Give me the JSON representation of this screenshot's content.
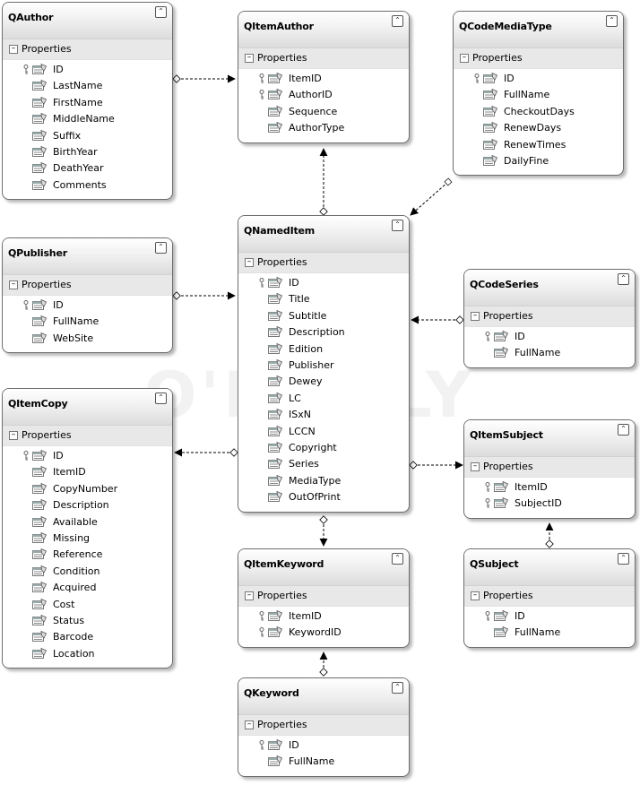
{
  "section_label": "Properties",
  "watermark": "O'REILLY",
  "entities": [
    {
      "key": "qauthor",
      "title": "QAuthor",
      "props": [
        {
          "name": "ID",
          "key": true
        },
        {
          "name": "LastName"
        },
        {
          "name": "FirstName"
        },
        {
          "name": "MiddleName"
        },
        {
          "name": "Suffix"
        },
        {
          "name": "BirthYear"
        },
        {
          "name": "DeathYear"
        },
        {
          "name": "Comments"
        }
      ]
    },
    {
      "key": "qitemauthor",
      "title": "QItemAuthor",
      "props": [
        {
          "name": "ItemID",
          "key": true
        },
        {
          "name": "AuthorID",
          "key": true
        },
        {
          "name": "Sequence"
        },
        {
          "name": "AuthorType"
        }
      ]
    },
    {
      "key": "qcodemediatype",
      "title": "QCodeMediaType",
      "props": [
        {
          "name": "ID",
          "key": true
        },
        {
          "name": "FullName"
        },
        {
          "name": "CheckoutDays"
        },
        {
          "name": "RenewDays"
        },
        {
          "name": "RenewTimes"
        },
        {
          "name": "DailyFine"
        }
      ]
    },
    {
      "key": "qpublisher",
      "title": "QPublisher",
      "props": [
        {
          "name": "ID",
          "key": true
        },
        {
          "name": "FullName"
        },
        {
          "name": "WebSite"
        }
      ]
    },
    {
      "key": "qnameditem",
      "title": "QNamedItem",
      "props": [
        {
          "name": "ID",
          "key": true
        },
        {
          "name": "Title"
        },
        {
          "name": "Subtitle"
        },
        {
          "name": "Description"
        },
        {
          "name": "Edition"
        },
        {
          "name": "Publisher"
        },
        {
          "name": "Dewey"
        },
        {
          "name": "LC"
        },
        {
          "name": "ISxN"
        },
        {
          "name": "LCCN"
        },
        {
          "name": "Copyright"
        },
        {
          "name": "Series"
        },
        {
          "name": "MediaType"
        },
        {
          "name": "OutOfPrint"
        }
      ]
    },
    {
      "key": "qcodeseries",
      "title": "QCodeSeries",
      "props": [
        {
          "name": "ID",
          "key": true
        },
        {
          "name": "FullName"
        }
      ]
    },
    {
      "key": "qitemcopy",
      "title": "QItemCopy",
      "props": [
        {
          "name": "ID",
          "key": true
        },
        {
          "name": "ItemID"
        },
        {
          "name": "CopyNumber"
        },
        {
          "name": "Description"
        },
        {
          "name": "Available"
        },
        {
          "name": "Missing"
        },
        {
          "name": "Reference"
        },
        {
          "name": "Condition"
        },
        {
          "name": "Acquired"
        },
        {
          "name": "Cost"
        },
        {
          "name": "Status"
        },
        {
          "name": "Barcode"
        },
        {
          "name": "Location"
        }
      ]
    },
    {
      "key": "qitemsubject",
      "title": "QItemSubject",
      "props": [
        {
          "name": "ItemID",
          "key": true
        },
        {
          "name": "SubjectID",
          "key": true
        }
      ]
    },
    {
      "key": "qitemkeyword",
      "title": "QItemKeyword",
      "props": [
        {
          "name": "ItemID",
          "key": true
        },
        {
          "name": "KeywordID",
          "key": true
        }
      ]
    },
    {
      "key": "qsubject",
      "title": "QSubject",
      "props": [
        {
          "name": "ID",
          "key": true
        },
        {
          "name": "FullName"
        }
      ]
    },
    {
      "key": "qkeyword",
      "title": "QKeyword",
      "props": [
        {
          "name": "ID",
          "key": true
        },
        {
          "name": "FullName"
        }
      ]
    }
  ],
  "associations": [
    {
      "from": "qauthor",
      "to": "qitemauthor"
    },
    {
      "from": "qnameditem",
      "to": "qitemauthor"
    },
    {
      "from": "qcodemediatype",
      "to": "qnameditem"
    },
    {
      "from": "qpublisher",
      "to": "qnameditem"
    },
    {
      "from": "qcodeseries",
      "to": "qnameditem"
    },
    {
      "from": "qnameditem",
      "to": "qitemcopy"
    },
    {
      "from": "qnameditem",
      "to": "qitemsubject"
    },
    {
      "from": "qsubject",
      "to": "qitemsubject"
    },
    {
      "from": "qnameditem",
      "to": "qitemkeyword"
    },
    {
      "from": "qkeyword",
      "to": "qitemkeyword"
    }
  ]
}
